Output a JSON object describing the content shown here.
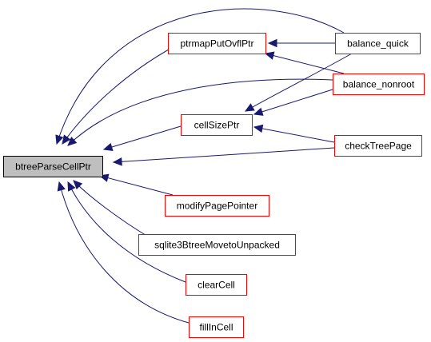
{
  "graph": {
    "root": {
      "id": "btreeParseCellPtr",
      "label": "btreeParseCellPtr"
    },
    "nodes": [
      {
        "id": "ptrmapPutOvflPtr",
        "label": "ptrmapPutOvflPtr"
      },
      {
        "id": "balance_quick",
        "label": "balance_quick"
      },
      {
        "id": "balance_nonroot",
        "label": "balance_nonroot"
      },
      {
        "id": "cellSizePtr",
        "label": "cellSizePtr"
      },
      {
        "id": "checkTreePage",
        "label": "checkTreePage"
      },
      {
        "id": "modifyPagePointer",
        "label": "modifyPagePointer"
      },
      {
        "id": "sqlite3BtreeMovetoUnpacked",
        "label": "sqlite3BtreeMovetoUnpacked"
      },
      {
        "id": "clearCell",
        "label": "clearCell"
      },
      {
        "id": "fillInCell",
        "label": "fillInCell"
      }
    ],
    "edges": [
      {
        "from": "balance_quick",
        "to": "btreeParseCellPtr"
      },
      {
        "from": "ptrmapPutOvflPtr",
        "to": "btreeParseCellPtr"
      },
      {
        "from": "balance_nonroot",
        "to": "btreeParseCellPtr"
      },
      {
        "from": "cellSizePtr",
        "to": "btreeParseCellPtr"
      },
      {
        "from": "checkTreePage",
        "to": "btreeParseCellPtr"
      },
      {
        "from": "modifyPagePointer",
        "to": "btreeParseCellPtr"
      },
      {
        "from": "sqlite3BtreeMovetoUnpacked",
        "to": "btreeParseCellPtr"
      },
      {
        "from": "clearCell",
        "to": "btreeParseCellPtr"
      },
      {
        "from": "fillInCell",
        "to": "btreeParseCellPtr"
      },
      {
        "from": "balance_quick",
        "to": "ptrmapPutOvflPtr"
      },
      {
        "from": "balance_nonroot",
        "to": "ptrmapPutOvflPtr"
      },
      {
        "from": "balance_quick",
        "to": "cellSizePtr"
      },
      {
        "from": "balance_nonroot",
        "to": "cellSizePtr"
      },
      {
        "from": "checkTreePage",
        "to": "cellSizePtr"
      }
    ],
    "colors": {
      "node_border": "#ff0000",
      "root_fill": "#bfbfbf",
      "root_border": "#000000",
      "edge": "#191970",
      "background": "#ffffff"
    }
  }
}
